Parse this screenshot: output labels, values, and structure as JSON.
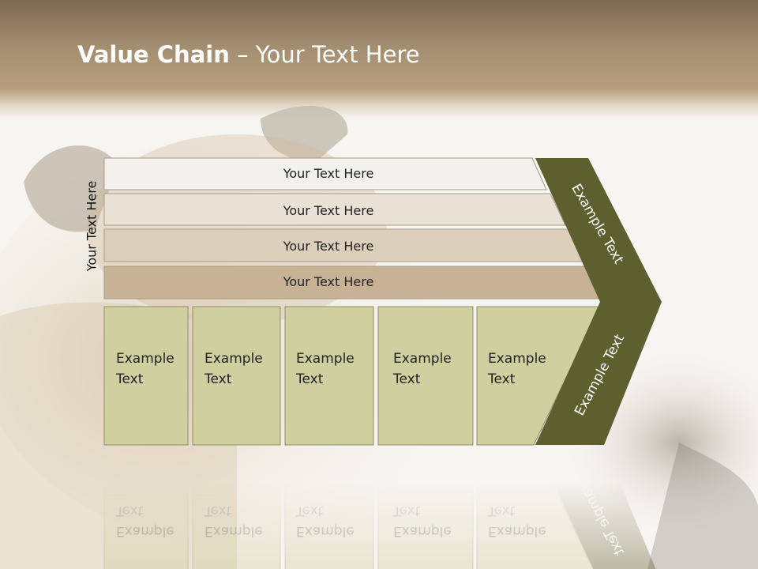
{
  "slide": {
    "title_bold": "Value Chain",
    "title_rest": " – Your Text Here",
    "vertical_label": "Your Text Here"
  },
  "support_rows": [
    {
      "label": "Your Text Here",
      "color": "#f3f1ec"
    },
    {
      "label": "Your Text Here",
      "color": "#e8e1d4"
    },
    {
      "label": "Your Text Here",
      "color": "#dccfbb"
    },
    {
      "label": "Your Text Here",
      "color": "#c8b296"
    }
  ],
  "primary_boxes": [
    {
      "line1": "Example",
      "line2": "Text"
    },
    {
      "line1": "Example",
      "line2": "Text"
    },
    {
      "line1": "Example",
      "line2": "Text"
    },
    {
      "line1": "Example",
      "line2": "Text"
    },
    {
      "line1": "Example",
      "line2": "Text"
    }
  ],
  "chevron": {
    "upper_label": "Example Text",
    "lower_label": "Example Text",
    "color": "#5e5f2f"
  },
  "colors": {
    "box_fill": "#cfcf9f",
    "box_stroke": "#8f8f6a"
  }
}
